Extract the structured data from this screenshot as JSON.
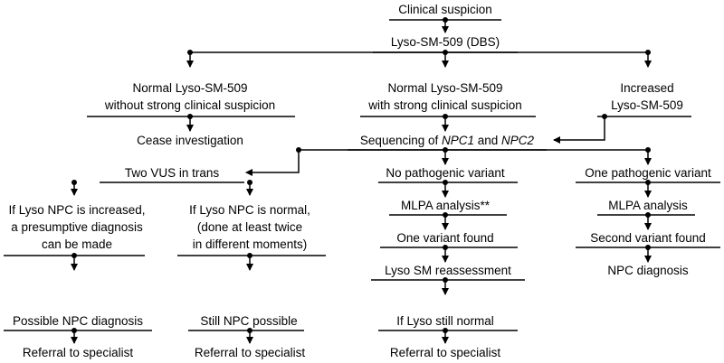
{
  "nodes": {
    "clinical_suspicion": "Clinical suspicion",
    "lyso_dbs": "Lyso-SM-509 (DBS)",
    "normal_weak": [
      "Normal Lyso-SM-509",
      "without strong clinical suspicion"
    ],
    "normal_strong": [
      "Normal Lyso-SM-509",
      "with strong clinical suspicion"
    ],
    "increased": [
      "Increased",
      "Lyso-SM-509"
    ],
    "cease": "Cease investigation",
    "sequencing": {
      "pre": "Sequencing of ",
      "g1": "NPC1",
      "mid": " and ",
      "g2": "NPC2"
    },
    "two_vus": "Two VUS in trans",
    "no_pathogenic": "No pathogenic variant",
    "one_pathogenic": "One pathogenic variant",
    "lyso_npc_increased": [
      "If Lyso NPC is increased,",
      "a presumptive diagnosis",
      "can be made"
    ],
    "lyso_npc_normal": [
      "If Lyso NPC is normal,",
      "(done at least twice",
      "in different moments)"
    ],
    "mlpa_star": "MLPA analysis**",
    "mlpa": "MLPA analysis",
    "one_variant": "One variant found",
    "second_variant": "Second variant found",
    "lyso_reassess": "Lyso SM reassessment",
    "npc_diagnosis": "NPC diagnosis",
    "possible_npc": "Possible NPC diagnosis",
    "still_possible": "Still NPC possible",
    "lyso_still_normal": "If Lyso still normal",
    "referral_1": "Referral to specialist",
    "referral_2": "Referral to specialist",
    "referral_3": "Referral to specialist"
  }
}
